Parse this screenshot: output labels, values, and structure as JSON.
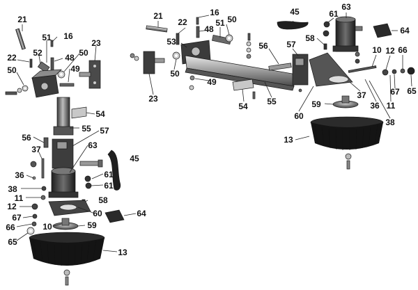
{
  "diagram": {
    "left_assembly": {
      "labels": [
        "21",
        "16",
        "22",
        "51",
        "52",
        "48",
        "50",
        "23",
        "50",
        "49",
        "54",
        "56",
        "55",
        "57",
        "37",
        "63",
        "45",
        "36",
        "61",
        "38",
        "61",
        "11",
        "58",
        "12",
        "60",
        "64",
        "67",
        "66",
        "10",
        "59",
        "65",
        "13"
      ]
    },
    "right_assembly": {
      "labels": [
        "21",
        "22",
        "16",
        "48",
        "50",
        "51",
        "53",
        "45",
        "61",
        "63",
        "64",
        "58",
        "56",
        "57",
        "10",
        "12",
        "66",
        "50",
        "49",
        "23",
        "55",
        "54",
        "60",
        "37",
        "67",
        "65",
        "11",
        "36",
        "59",
        "38",
        "13"
      ]
    }
  },
  "colors": {
    "metal_dark": "#2b2b2b",
    "metal_mid": "#7a7a7a",
    "metal_light": "#c8c8c8",
    "bristle": "#151515",
    "label": "#111111"
  }
}
